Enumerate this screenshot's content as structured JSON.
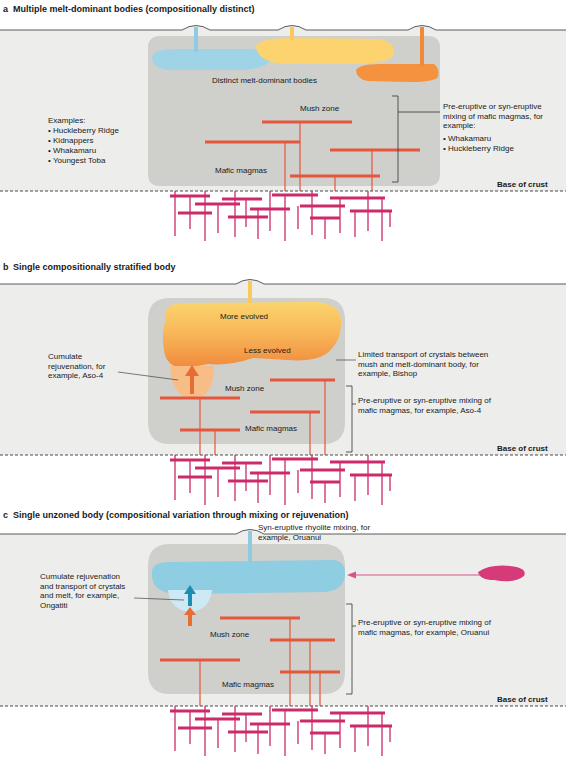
{
  "diagram": {
    "nodes": [
      {
        "text": [
          "Base of crust"
        ]
      },
      {
        "text": [
          "Distinct melt-dominant bodies",
          "Mush zone",
          "Mafic magmas"
        ],
        "in": 0
      },
      {
        "text": [
          "Base of crust"
        ]
      },
      {
        "text": [
          "Mush zone",
          "Mafic magmas"
        ],
        "in": 2
      },
      {
        "text": [
          "More evolved",
          "Less evolved"
        ],
        "in": 3
      },
      {
        "text": [
          "Base of crust"
        ]
      },
      {
        "text": [
          "Mush zone",
          "Mafic magmas"
        ],
        "in": 5
      }
    ],
    "labels": [
      "a",
      "Multiple melt-dominant bodies (compositionally distinct)",
      "Examples:",
      "• Huckleberry Ridge",
      "• Kidnappers",
      "• Whakamaru",
      "• Youngest Toba",
      "Pre-eruptive or syn-eruptive mixing of mafic magmas, for example:",
      "• Whakamaru",
      "• Huckleberry Ridge",
      "b",
      "Single compositionally stratified body",
      "Cumulate rejuvenation, for example, Aso-4",
      "Limited transport of crystals between mush and melt-dominant body, for example, Bishop",
      "Pre-eruptive or syn-eruptive mixing of mafic magmas, for example, Aso-4",
      "c",
      "Single unzoned body (compositional variation through mixing or rejuvenation)",
      "Syn-eruptive rhyolite mixing, for example, Oruanui",
      "Cumulate rejuvenation and transport of crystals and melt, for example, Ongatiti",
      "Pre-eruptive or syn-eruptive mixing of mafic magmas, for example, Oruanui"
    ]
  }
}
